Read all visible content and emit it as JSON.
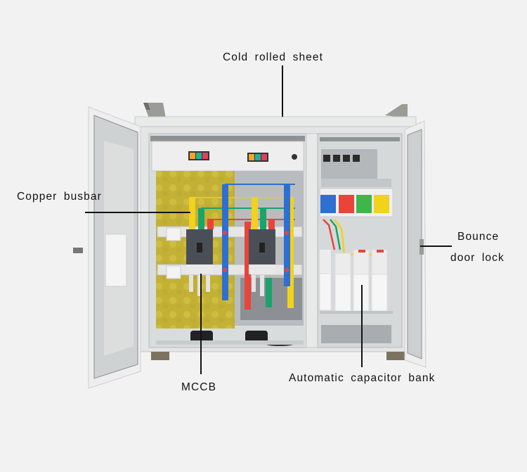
{
  "annotations": {
    "cold_rolled_sheet": "Cold rolled sheet",
    "copper_busbar": "Copper busbar",
    "bounce_door_lock_line1": "Bounce",
    "bounce_door_lock_line2": "door lock",
    "mccb": "MCCB",
    "capacitor_bank": "Automatic capacitor bank"
  },
  "colors": {
    "background": "#f2f2f2",
    "cabinet": "#e6e8e8",
    "insulation_board": "#c9b83a",
    "phase_yellow": "#f1d21c",
    "phase_green": "#1aa36b",
    "phase_red": "#e8443a",
    "neutral_blue": "#2f6fcf",
    "breaker_body": "#4a4f57"
  }
}
